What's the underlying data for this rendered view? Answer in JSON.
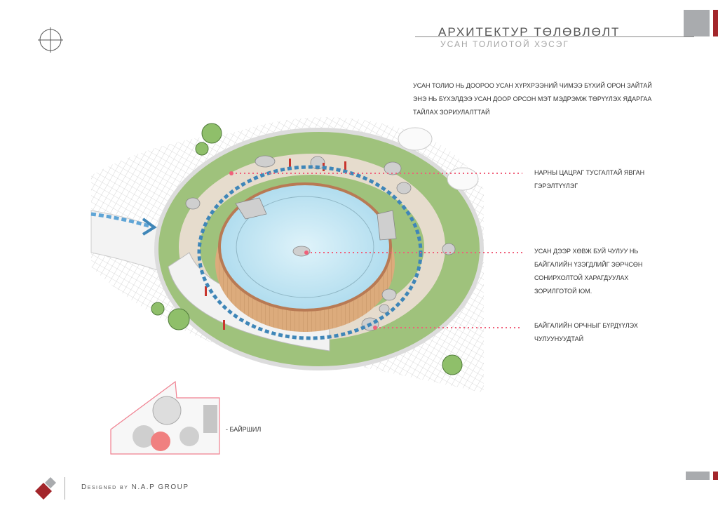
{
  "header": {
    "title": "АРХИТЕКТУР ТӨЛӨВЛӨЛТ",
    "subtitle": "УСАН ТОЛИОТОЙ ХЭСЭГ"
  },
  "intro": {
    "lines": [
      "УСАН ТОЛИО НЬ ДООРОО УСАН ХҮРХРЭЭНИЙ ЧИМЭЭ БҮХИЙ ОРОН ЗАЙТАЙ",
      "ЭНЭ НЬ БҮХЭЛДЭЭ УСАН ДООР ОРСОН МЭТ МЭДРЭМЖ ТӨРҮҮЛЭХ ЯДАРГАА",
      "ТАЙЛАХ ЗОРИУЛАЛТТАЙ"
    ]
  },
  "annotations": [
    {
      "lines": [
        "НАРНЫ ЦАЦРАГ ТУСГАЛТАЙ ЯВГАН",
        "ГЭРЭЛТҮҮЛЭГ"
      ]
    },
    {
      "lines": [
        "УСАН ДЭЭР ХӨВЖ БУЙ ЧУЛУУ НЬ",
        "БАЙГАЛИЙН ҮЗЭГДЛИЙГ ЗӨРЧСӨН",
        "СОНИРХОЛТОЙ ХАРАГДУУЛАХ",
        "ЗОРИЛГОТОЙ ЮМ."
      ]
    },
    {
      "lines": [
        "БАЙГАЛИЙН ОРЧНЫГ БҮРДҮҮЛЭХ",
        "ЧУЛУУНУУДТАЙ"
      ]
    }
  ],
  "location": {
    "label": "- БАЙРШИЛ"
  },
  "footer": {
    "credit": "Designed by N.A.P GROUP"
  },
  "colors": {
    "accent_red": "#a3262b",
    "accent_gray": "#a9abae",
    "leader_pink": "#f0607a",
    "path_blue": "#3f86b8",
    "grass": "#9fc27c",
    "water": "#bfe4f2",
    "wood": "#d9a878"
  }
}
